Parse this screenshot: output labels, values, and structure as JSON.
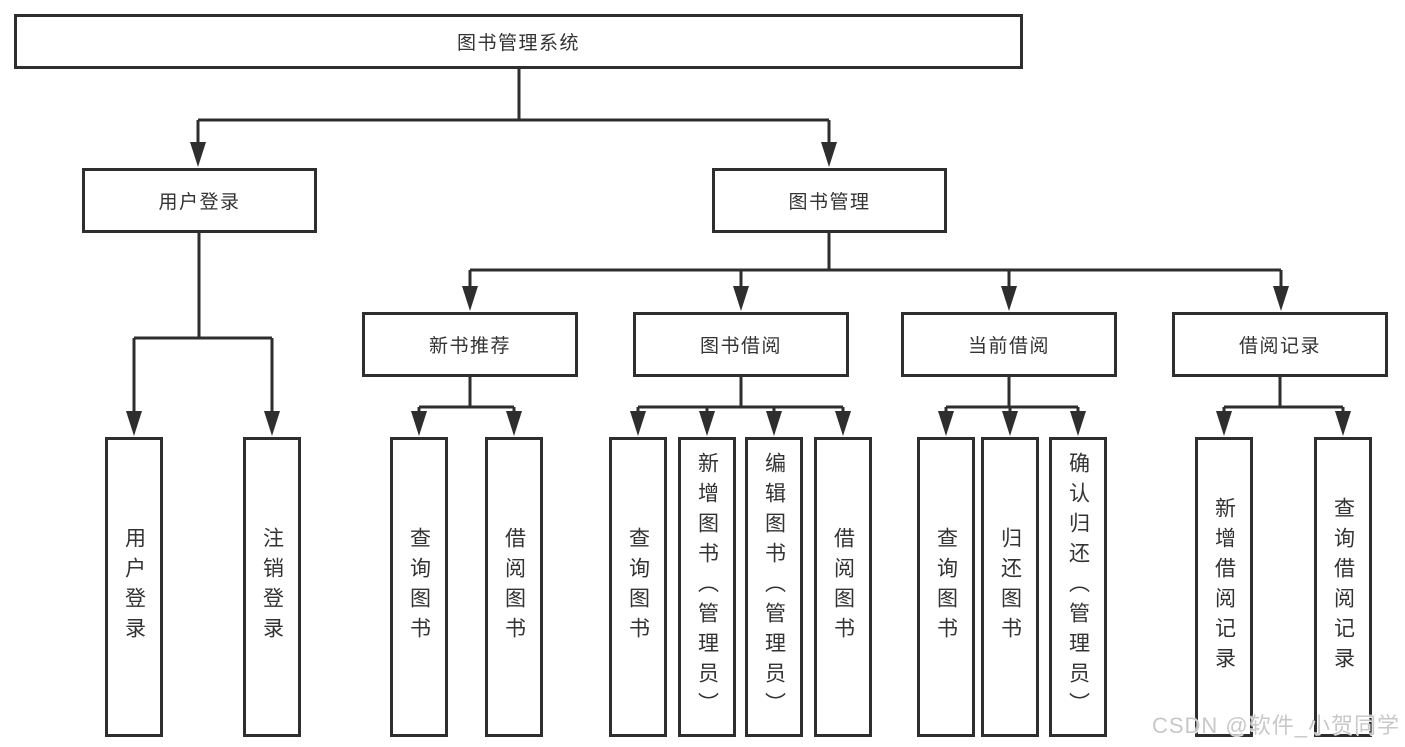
{
  "diagram": {
    "watermark": "CSDN @软件_小贺同学",
    "colors": {
      "line": "#2e2e2e",
      "border": "#2e2e2e",
      "text": "#333333",
      "background": "#ffffff",
      "watermark": "#c8c8c8"
    },
    "tree": {
      "label": "图书管理系统",
      "children": [
        {
          "label": "用户登录",
          "children": [
            {
              "label": "用户登录"
            },
            {
              "label": "注销登录"
            }
          ]
        },
        {
          "label": "图书管理",
          "children": [
            {
              "label": "新书推荐",
              "children": [
                {
                  "label": "查询图书"
                },
                {
                  "label": "借阅图书"
                }
              ]
            },
            {
              "label": "图书借阅",
              "children": [
                {
                  "label": "查询图书"
                },
                {
                  "label": "新增图书（管理员）"
                },
                {
                  "label": "编辑图书（管理员）"
                },
                {
                  "label": "借阅图书"
                }
              ]
            },
            {
              "label": "当前借阅",
              "children": [
                {
                  "label": "查询图书"
                },
                {
                  "label": "归还图书"
                },
                {
                  "label": "确认归还（管理员）"
                }
              ]
            },
            {
              "label": "借阅记录",
              "children": [
                {
                  "label": "新增借阅记录"
                },
                {
                  "label": "查询借阅记录"
                }
              ]
            }
          ]
        }
      ]
    }
  }
}
